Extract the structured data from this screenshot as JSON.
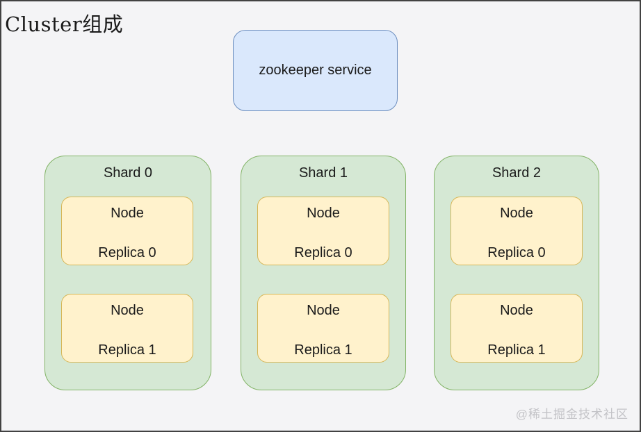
{
  "page": {
    "title": "Cluster组成",
    "watermark": "@稀土掘金技术社区"
  },
  "colors": {
    "background": "#f4f4f6",
    "frame_border": "#424242",
    "zookeeper_fill": "#dae8fc",
    "zookeeper_border": "#6c8ebf",
    "shard_fill": "#d5e8d4",
    "shard_border": "#82b366",
    "node_fill": "#fff2cc",
    "node_border": "#d6b656",
    "text": "#1a1a1a",
    "watermark_color": "#c3c3c7"
  },
  "diagram": {
    "zookeeper": {
      "label": "zookeeper service"
    },
    "shards": [
      {
        "label": "Shard 0",
        "nodes": [
          {
            "title": "Node",
            "replica": "Replica 0"
          },
          {
            "title": "Node",
            "replica": "Replica 1"
          }
        ]
      },
      {
        "label": "Shard 1",
        "nodes": [
          {
            "title": "Node",
            "replica": "Replica 0"
          },
          {
            "title": "Node",
            "replica": "Replica 1"
          }
        ]
      },
      {
        "label": "Shard 2",
        "nodes": [
          {
            "title": "Node",
            "replica": "Replica 0"
          },
          {
            "title": "Node",
            "replica": "Replica 1"
          }
        ]
      }
    ]
  }
}
